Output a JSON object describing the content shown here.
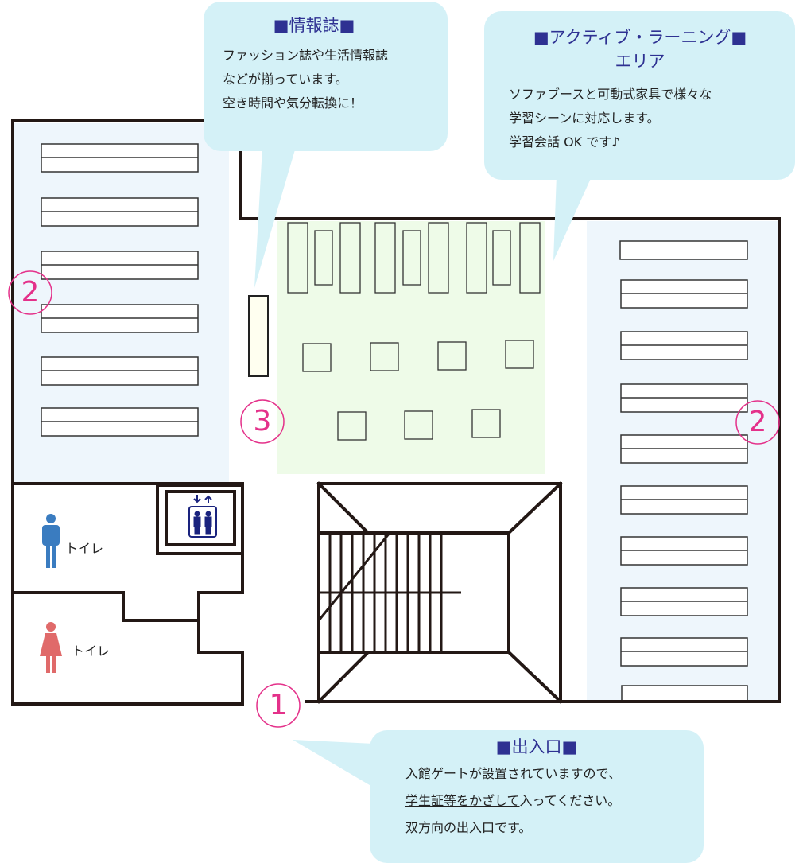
{
  "colors": {
    "wall": "#231815",
    "shelf_area": "#eef6fc",
    "active_area": "#eefbe8",
    "callout_bg": "#d4f1f7",
    "title": "#2e3192",
    "marker": "#e4318a",
    "male": "#3a7cc0",
    "female": "#e06a6a"
  },
  "callouts": {
    "magazine": {
      "title": "■情報誌■",
      "lines": [
        "ファッション誌や生活情報誌",
        "などが揃っています。",
        "空き時間や気分転換に！"
      ]
    },
    "active_learning": {
      "title_line1": "■アクティブ・ラーニング■",
      "title_line2": "エリア",
      "lines": [
        "ソファブースと可動式家具で様々な",
        "学習シーンに対応します。",
        "学習会話 OK です♪"
      ]
    },
    "entrance": {
      "title": "■出入口■",
      "line1": "入館ゲートが設置されていますので、",
      "line2_link": "学生証等をかざして",
      "line2_rest": "入ってください。",
      "line3": "双方向の出入口です。"
    }
  },
  "markers": {
    "entrance": "1",
    "stacks": "2",
    "magazine": "3"
  },
  "restrooms": {
    "male": "トイレ",
    "female": "トイレ"
  },
  "icons": {
    "elevator": "elevator-icon",
    "male": "male-restroom-icon",
    "female": "female-restroom-icon"
  }
}
